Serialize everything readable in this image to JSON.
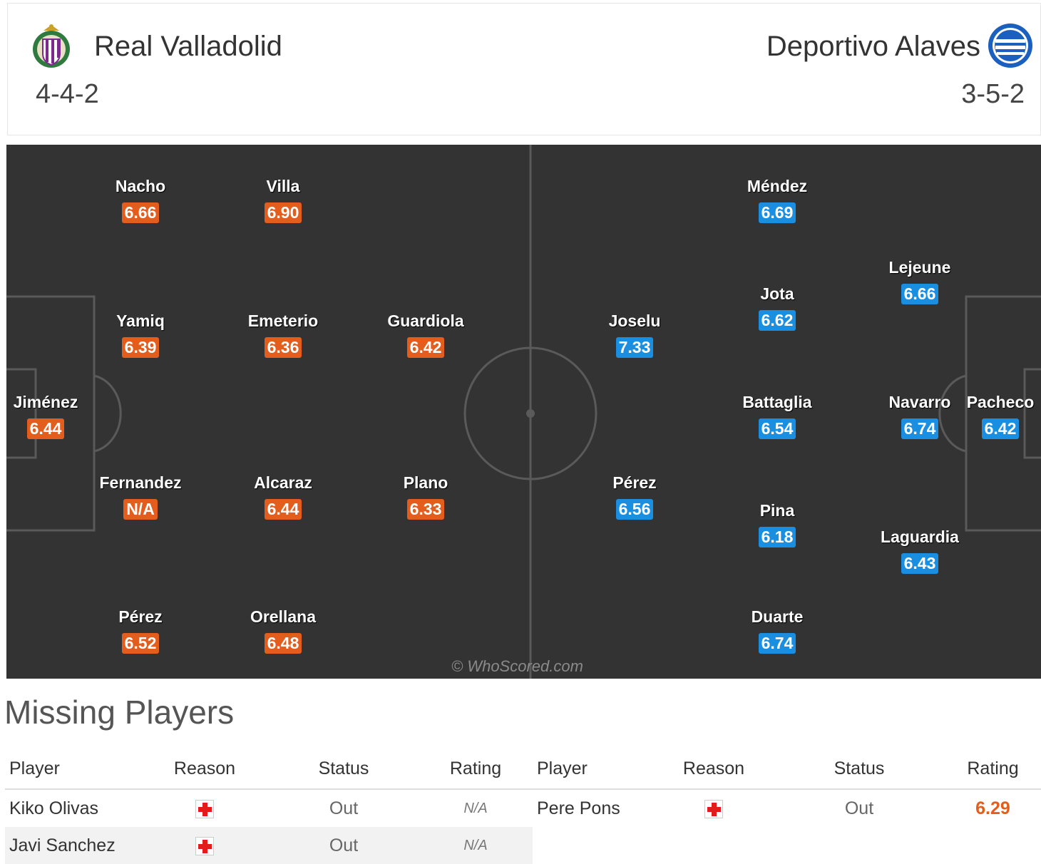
{
  "home": {
    "name": "Real Valladolid",
    "formation": "4-4-2",
    "crest_icon": "real-valladolid-crest",
    "color": "#e35d1d",
    "players": [
      {
        "name": "Nacho",
        "rating": "6.66"
      },
      {
        "name": "Villa",
        "rating": "6.90"
      },
      {
        "name": "Yamiq",
        "rating": "6.39"
      },
      {
        "name": "Emeterio",
        "rating": "6.36"
      },
      {
        "name": "Guardiola",
        "rating": "6.42"
      },
      {
        "name": "Jiménez",
        "rating": "6.44"
      },
      {
        "name": "Fernandez",
        "rating": "N/A"
      },
      {
        "name": "Alcaraz",
        "rating": "6.44"
      },
      {
        "name": "Plano",
        "rating": "6.33"
      },
      {
        "name": "Pérez",
        "rating": "6.52"
      },
      {
        "name": "Orellana",
        "rating": "6.48"
      }
    ]
  },
  "away": {
    "name": "Deportivo Alaves",
    "formation": "3-5-2",
    "crest_icon": "deportivo-alaves-crest",
    "color": "#1a8fe2",
    "players": [
      {
        "name": "Méndez",
        "rating": "6.69"
      },
      {
        "name": "Lejeune",
        "rating": "6.66"
      },
      {
        "name": "Jota",
        "rating": "6.62"
      },
      {
        "name": "Joselu",
        "rating": "7.33"
      },
      {
        "name": "Battaglia",
        "rating": "6.54"
      },
      {
        "name": "Navarro",
        "rating": "6.74"
      },
      {
        "name": "Pacheco",
        "rating": "6.42"
      },
      {
        "name": "Pérez",
        "rating": "6.56"
      },
      {
        "name": "Pina",
        "rating": "6.18"
      },
      {
        "name": "Laguardia",
        "rating": "6.43"
      },
      {
        "name": "Duarte",
        "rating": "6.74"
      }
    ]
  },
  "watermark": "© WhoScored.com",
  "missing": {
    "title": "Missing Players",
    "headers": {
      "player": "Player",
      "reason": "Reason",
      "status": "Status",
      "rating": "Rating"
    },
    "reason_icon": "injury-icon",
    "home": [
      {
        "player": "Kiko Olivas",
        "status": "Out",
        "rating": "N/A"
      },
      {
        "player": "Javi Sanchez",
        "status": "Out",
        "rating": "N/A"
      }
    ],
    "away": [
      {
        "player": "Pere Pons",
        "status": "Out",
        "rating": "6.29"
      }
    ]
  }
}
